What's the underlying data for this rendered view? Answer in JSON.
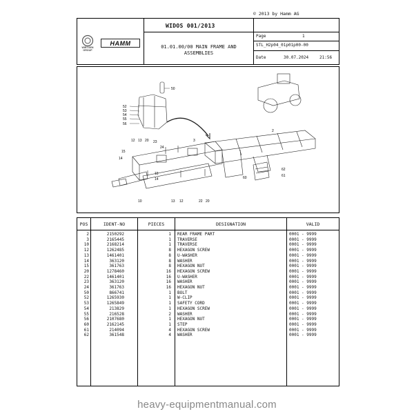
{
  "copyright": "© 2013 by Hamm AG",
  "header": {
    "logo_left": "WIRTGEN GROUP",
    "logo_brand": "HAMM",
    "model": "WIDOS 001/2013",
    "section_title": "01.01.00/00 MAIN FRAME AND ASSEMBLIES",
    "page_label": "Page",
    "page_value": "1",
    "code": "STL_H2p04_01p01p00-00",
    "date_label": "Date",
    "date_value": "30.07.2024",
    "time_value": "21:56"
  },
  "diagram": {
    "callouts": [
      "50",
      "52",
      "53",
      "54",
      "55",
      "56",
      "12",
      "13",
      "20",
      "23",
      "24",
      "3",
      "2",
      "15",
      "14",
      "15",
      "14",
      "62",
      "61",
      "60",
      "10",
      "13",
      "12",
      "22",
      "20"
    ]
  },
  "table": {
    "headers": [
      "POS",
      "IDENT-NO",
      "PIECES",
      "DESIGNATION",
      "VALID"
    ],
    "rows": [
      {
        "pos": "2",
        "ident": "2150292",
        "pieces": "1",
        "designation": "REAR FRAME PART",
        "valid": "0001 - 9999"
      },
      {
        "pos": "3",
        "ident": "2165445",
        "pieces": "1",
        "designation": "TRAVERSE",
        "valid": "0001 - 9999"
      },
      {
        "pos": "10",
        "ident": "2168214",
        "pieces": "1",
        "designation": "TRAVERSE",
        "valid": "0001 - 9999"
      },
      {
        "pos": "12",
        "ident": "1262485",
        "pieces": "8",
        "designation": "HEXAGON SCREW",
        "valid": "0001 - 9999"
      },
      {
        "pos": "13",
        "ident": "1461401",
        "pieces": "8",
        "designation": "U-WASHER",
        "valid": "0001 - 9999"
      },
      {
        "pos": "14",
        "ident": "363120",
        "pieces": "8",
        "designation": "WASHER",
        "valid": "0001 - 9999"
      },
      {
        "pos": "15",
        "ident": "361763",
        "pieces": "8",
        "designation": "HEXAGON NUT",
        "valid": "0001 - 9999"
      },
      {
        "pos": "20",
        "ident": "1278460",
        "pieces": "16",
        "designation": "HEXAGON SCREW",
        "valid": "0001 - 9999"
      },
      {
        "pos": "22",
        "ident": "1461401",
        "pieces": "16",
        "designation": "U-WASHER",
        "valid": "0001 - 9999"
      },
      {
        "pos": "23",
        "ident": "363120",
        "pieces": "16",
        "designation": "WASHER",
        "valid": "0001 - 9999"
      },
      {
        "pos": "24",
        "ident": "361763",
        "pieces": "16",
        "designation": "HEXAGON NUT",
        "valid": "0001 - 9999"
      },
      {
        "pos": "50",
        "ident": "866741",
        "pieces": "1",
        "designation": "BOLT",
        "valid": "0001 - 9999"
      },
      {
        "pos": "52",
        "ident": "1265930",
        "pieces": "1",
        "designation": "W-CLIP",
        "valid": "0001 - 9999"
      },
      {
        "pos": "53",
        "ident": "1265849",
        "pieces": "1",
        "designation": "SAFETY CORD",
        "valid": "0001 - 9999"
      },
      {
        "pos": "54",
        "ident": "213829",
        "pieces": "1",
        "designation": "HEXAGON SCREW",
        "valid": "0001 - 9999"
      },
      {
        "pos": "55",
        "ident": "216528",
        "pieces": "2",
        "designation": "WASHER",
        "valid": "0001 - 9999"
      },
      {
        "pos": "56",
        "ident": "2107680",
        "pieces": "1",
        "designation": "HEXAGON NUT",
        "valid": "0001 - 9999"
      },
      {
        "pos": "60",
        "ident": "2162145",
        "pieces": "1",
        "designation": "STEP",
        "valid": "0001 - 9999"
      },
      {
        "pos": "61",
        "ident": "214094",
        "pieces": "4",
        "designation": "HEXAGON SCREW",
        "valid": "0001 - 9999"
      },
      {
        "pos": "62",
        "ident": "361548",
        "pieces": "4",
        "designation": "WASHER",
        "valid": "0001 - 9999"
      }
    ]
  },
  "footer": "heavy-equipmentmanual.com"
}
